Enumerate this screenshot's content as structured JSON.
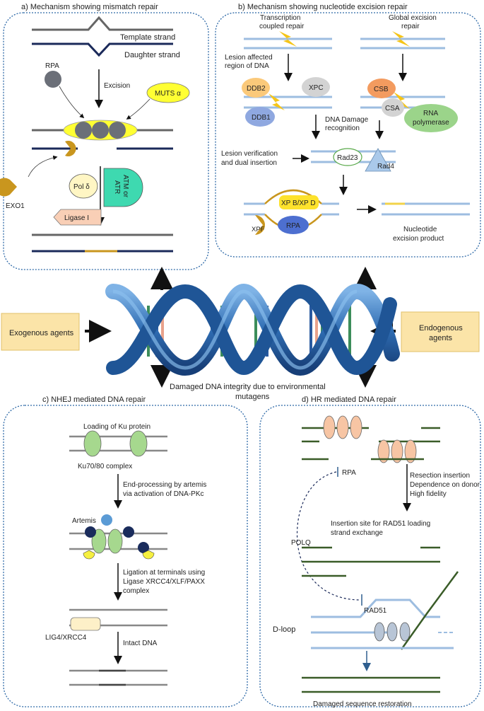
{
  "panels": {
    "mmr": {
      "title": "a) Mechanism showing mismatch repair",
      "template_strand": "Template strand",
      "daughter_strand": "Daughter strand",
      "rpa": "RPA",
      "excision": "Excision",
      "muts": "MUTS α",
      "exo1": "EXO1",
      "pol": "Pol δ",
      "atm_1": "ATM or",
      "atm_2": "ATR",
      "ligase": "Ligase I"
    },
    "ner": {
      "title": "b) Mechanism showing nucleotide excision repair",
      "tcr_1": "Transcription",
      "tcr_2": "coupled repair",
      "ggr_1": "Global excision",
      "ggr_2": "repair",
      "lesion_1": "Lesion affected",
      "lesion_2": "region of DNA",
      "ddb2": "DDB2",
      "xpc": "XPC",
      "ddb1": "DDB1",
      "csb": "CSB",
      "csa": "CSA",
      "rnap_1": "RNA",
      "rnap_2": "polymerase",
      "damage_1": "DNA Damage",
      "damage_2": "recognition",
      "verify_1": "Lesion verification",
      "verify_2": "and dual insertion",
      "rad23": "Rad23",
      "rad4": "Rad4",
      "xpbd": "XP B/XP D",
      "xpf": "XPF",
      "rpa": "RPA",
      "product_1": "Nucleotide",
      "product_2": "excision product"
    },
    "nhej": {
      "title": "c) NHEJ mediated DNA repair",
      "loading": "Loading of Ku protein",
      "ku": "Ku70/80 complex",
      "end_1": "End-processing by artemis",
      "end_2": "via activation of DNA-PKc",
      "artemis": "Artemis",
      "lig_1": "Ligation at terminals using",
      "lig_2": "Ligase XRCC4/XLF/PAXX",
      "lig_3": "complex",
      "lig4": "LIG4/XRCC4",
      "intact": "Intact DNA"
    },
    "hr": {
      "title": "d) HR mediated DNA repair",
      "rpa": "RPA",
      "resection_1": "Resection insertion",
      "resection_2": "Dependence on donor",
      "resection_3": "High fidelity",
      "polq": "POLQ",
      "insertion_1": "Insertion site for RAD51 loading",
      "insertion_2": "strand exchange",
      "rad51": "RAD51",
      "dloop": "D-loop",
      "restoration": "Damaged sequence restoration"
    }
  },
  "center": {
    "exogenous": "Exogenous agents",
    "endogenous_1": "Endogenous",
    "endogenous_2": "agents",
    "damaged_1": "Damaged DNA integrity due to environmental",
    "damaged_2": "mutagens"
  }
}
